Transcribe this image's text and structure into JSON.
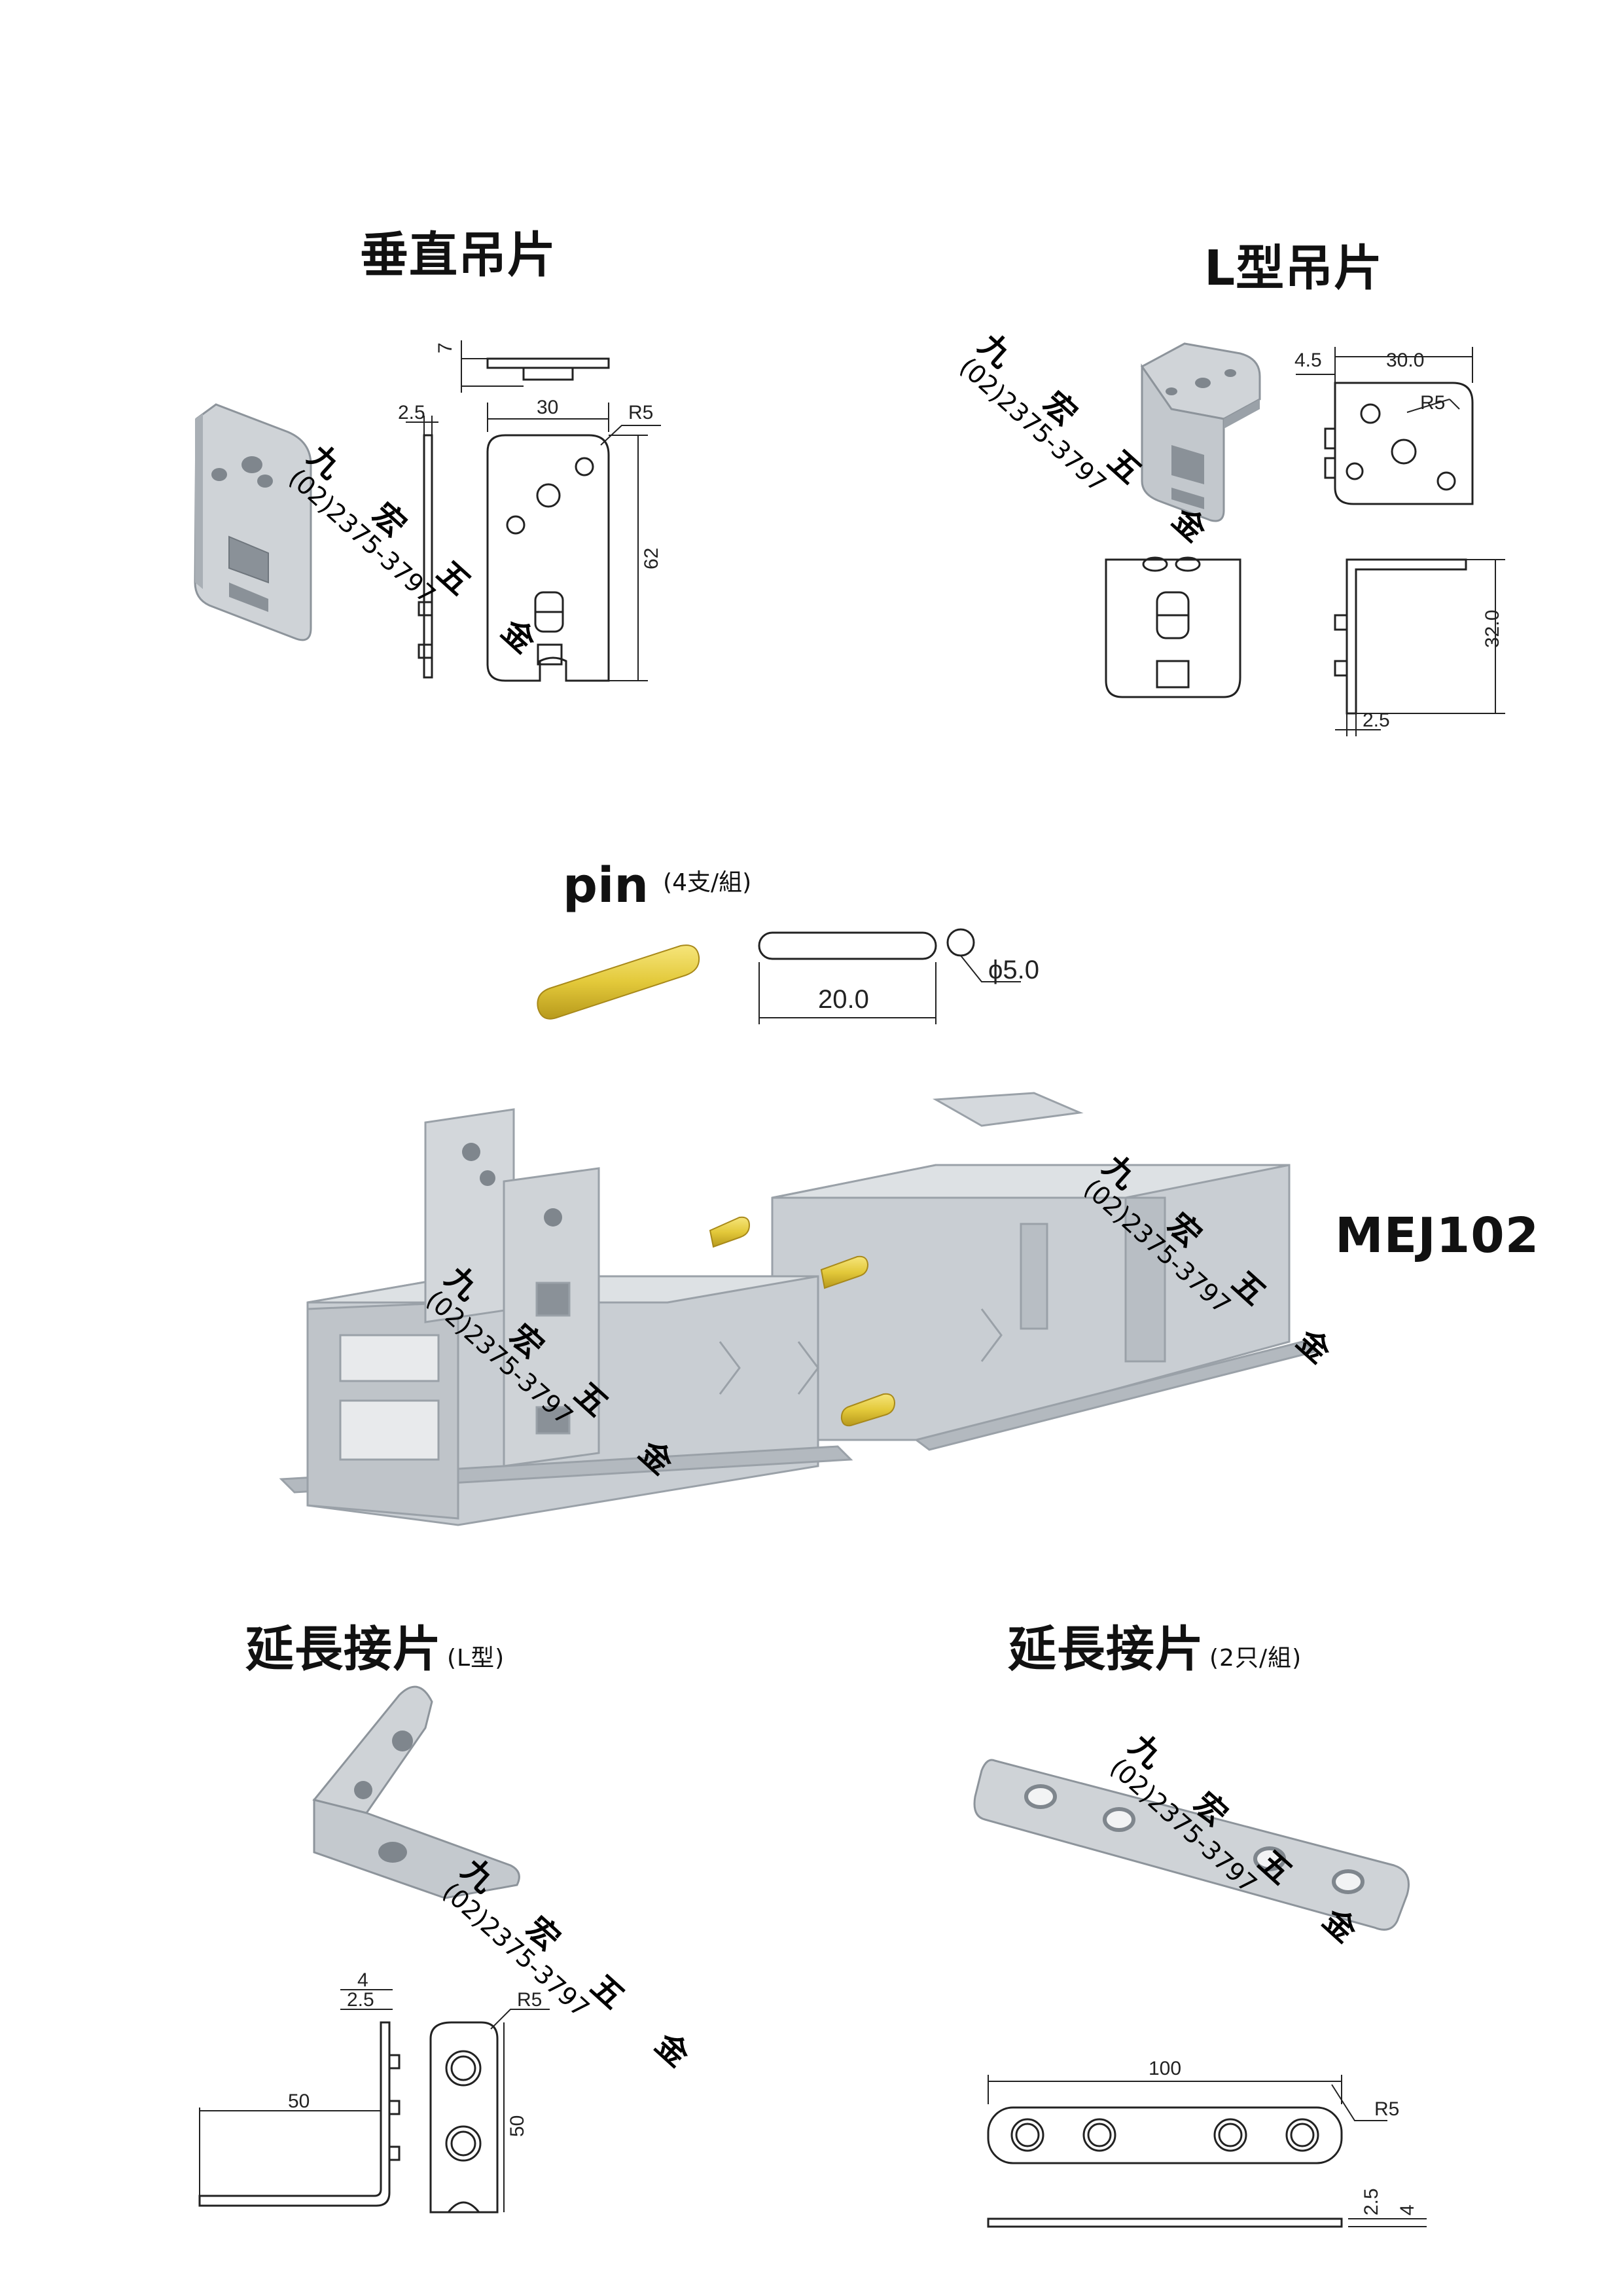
{
  "sections": {
    "vertical_hanger": {
      "title": "垂直吊片"
    },
    "l_hanger": {
      "title": "L型吊片"
    },
    "pin": {
      "title": "pin",
      "note": "(4支/組)"
    },
    "model": {
      "label": "MEJ102"
    },
    "ext_l": {
      "title": "延長接片",
      "note": "(L型)"
    },
    "ext_flat": {
      "title": "延長接片",
      "note": "(2只/組)"
    }
  },
  "dimensions": {
    "vertical": {
      "top_h": "7",
      "thick": "2.5",
      "width": "30",
      "radius": "R5",
      "height": "62"
    },
    "l_type": {
      "flange": "4.5",
      "width": "30.0",
      "radius": "R5",
      "height": "32.0",
      "thick": "2.5"
    },
    "pin": {
      "length": "20.0",
      "diameter": "ϕ5.0"
    },
    "ext_l": {
      "outer": "4",
      "thick": "2.5",
      "radius": "R5",
      "leg": "50",
      "height": "50"
    },
    "ext_flat": {
      "length": "100",
      "radius": "R5",
      "thick": "2.5",
      "height": "4"
    }
  },
  "watermark": {
    "name": "九 宏 五 金",
    "phone": "(02)2375-3797"
  },
  "colors": {
    "metal": "#c8cdd2",
    "metal_dark": "#9aa1a8",
    "brass": "#e3c93a"
  }
}
